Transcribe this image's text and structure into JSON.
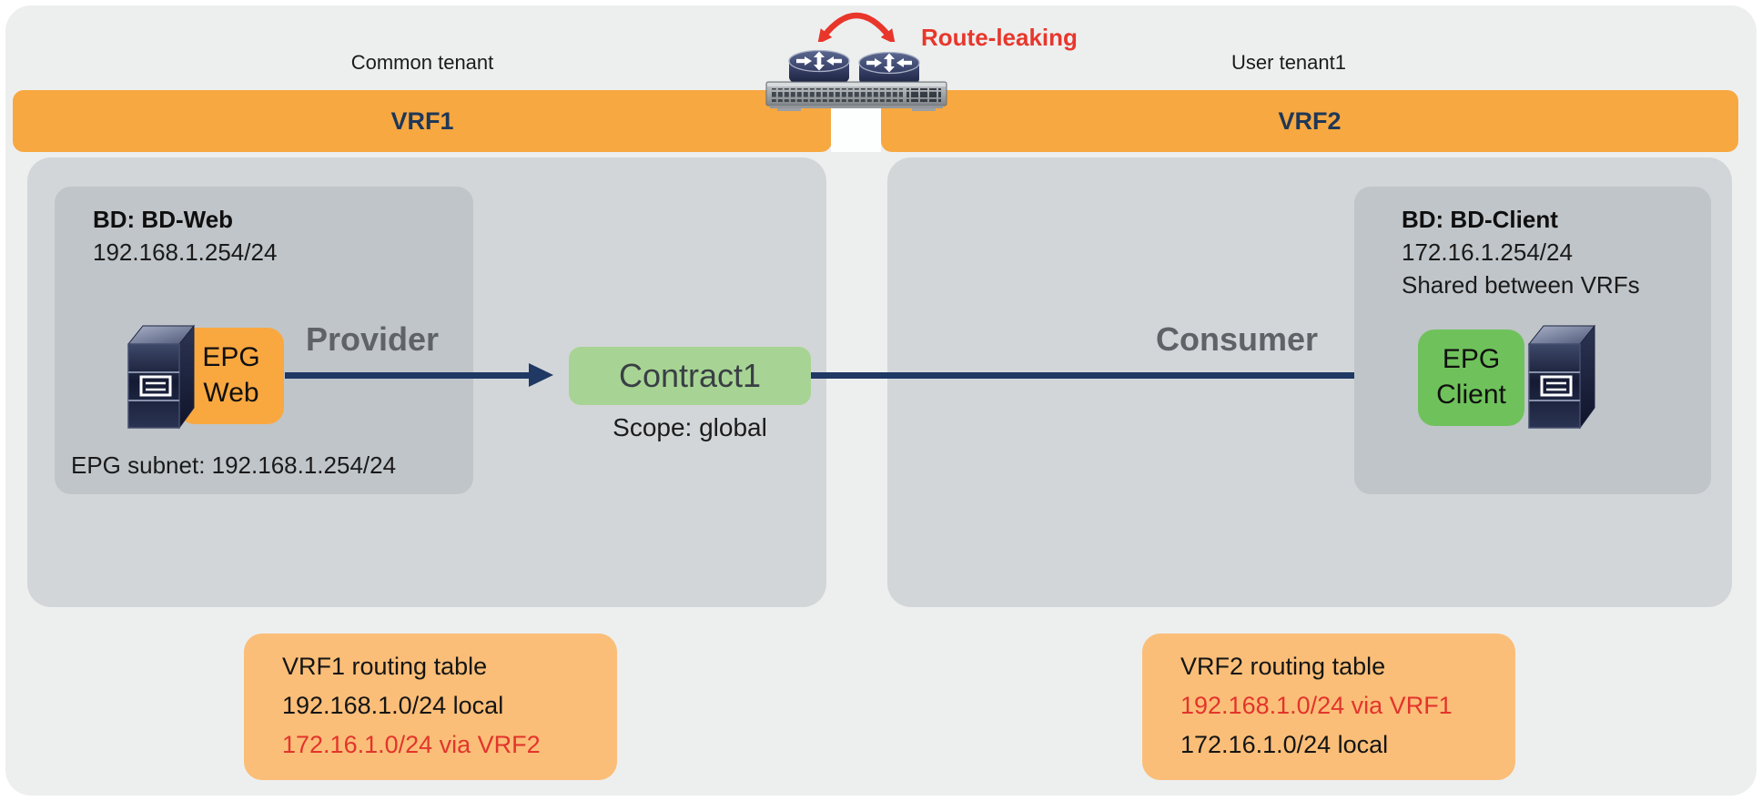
{
  "tenant_labels": {
    "left": "Common tenant",
    "right": "User tenant1"
  },
  "route_leaking_label": "Route-leaking",
  "contract": {
    "name": "Contract1",
    "scope": "Scope: global"
  },
  "vrf1": {
    "name": "VRF1",
    "bd": {
      "title": "BD: BD-Web",
      "subnet": "192.168.1.254/24"
    },
    "epg": {
      "line1": "EPG",
      "line2": "Web"
    },
    "epg_subnet": "EPG subnet: 192.168.1.254/24",
    "role": "Provider",
    "routing_table": {
      "title": "VRF1 routing table",
      "rows": [
        {
          "text": "192.168.1.0/24 local",
          "leaked": false
        },
        {
          "text": "172.16.1.0/24 via VRF2",
          "leaked": true
        }
      ]
    }
  },
  "vrf2": {
    "name": "VRF2",
    "bd": {
      "title": "BD: BD-Client",
      "subnet": "172.16.1.254/24",
      "note": "Shared between VRFs"
    },
    "epg": {
      "line1": "EPG",
      "line2": "Client"
    },
    "role": "Consumer",
    "routing_table": {
      "title": "VRF2 routing table",
      "rows": [
        {
          "text": "192.168.1.0/24 via VRF1",
          "leaked": true
        },
        {
          "text": "172.16.1.0/24 local",
          "leaked": false
        }
      ]
    }
  },
  "icons": {
    "router": "router-icon",
    "switch": "switch-icon",
    "server": "server-icon",
    "route_leak_arrow": "curved-double-arrow-icon"
  },
  "colors": {
    "vrf_bar_orange": "#f7a840",
    "routing_box_orange": "#fbbe78",
    "contract_green": "#a7d494",
    "epg_client_green": "#6fc25b",
    "epg_web_orange": "#f9a840",
    "arrow_navy": "#1f3864",
    "leak_red": "#e8372c",
    "bd_gray": "#c0c5c9",
    "vrf_gray": "#d3d6d8",
    "panel_gray": "#edefef",
    "role_text_gray": "#5f6368"
  }
}
